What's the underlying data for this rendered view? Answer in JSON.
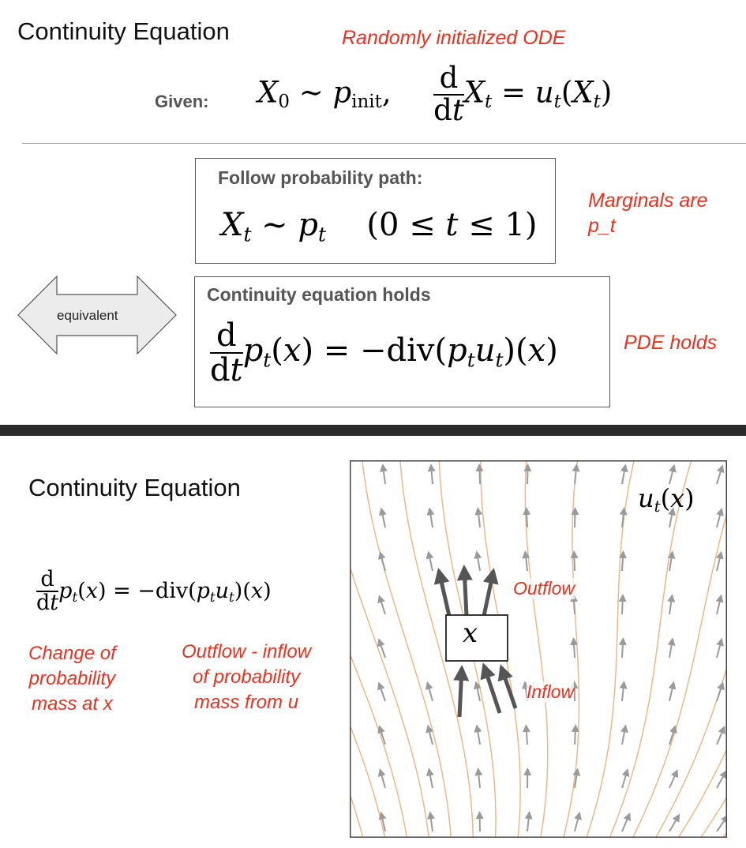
{
  "top": {
    "title": "Continuity Equation",
    "ode_note": "Randomly initialized ODE",
    "given_label": "Given:",
    "path_box_title": "Follow probability path:",
    "marginals_note_line1": "Marginals are",
    "marginals_note_line2": "p_t",
    "arrow_label": "equivalent",
    "ce_box_title": "Continuity equation holds",
    "pde_note": "PDE holds"
  },
  "bottom": {
    "title": "Continuity Equation",
    "note_change": [
      "Change of",
      "probability",
      "mass at x"
    ],
    "note_flow": [
      "Outflow - inflow",
      "of probability",
      "mass from u"
    ],
    "field_label_outflow": "Outflow",
    "field_label_inflow": "Inflow"
  },
  "colors": {
    "annotation": "#e8321f",
    "stream": "#e9b98a",
    "vector": "#9a9a9a",
    "divider": "#2b2b2b"
  }
}
